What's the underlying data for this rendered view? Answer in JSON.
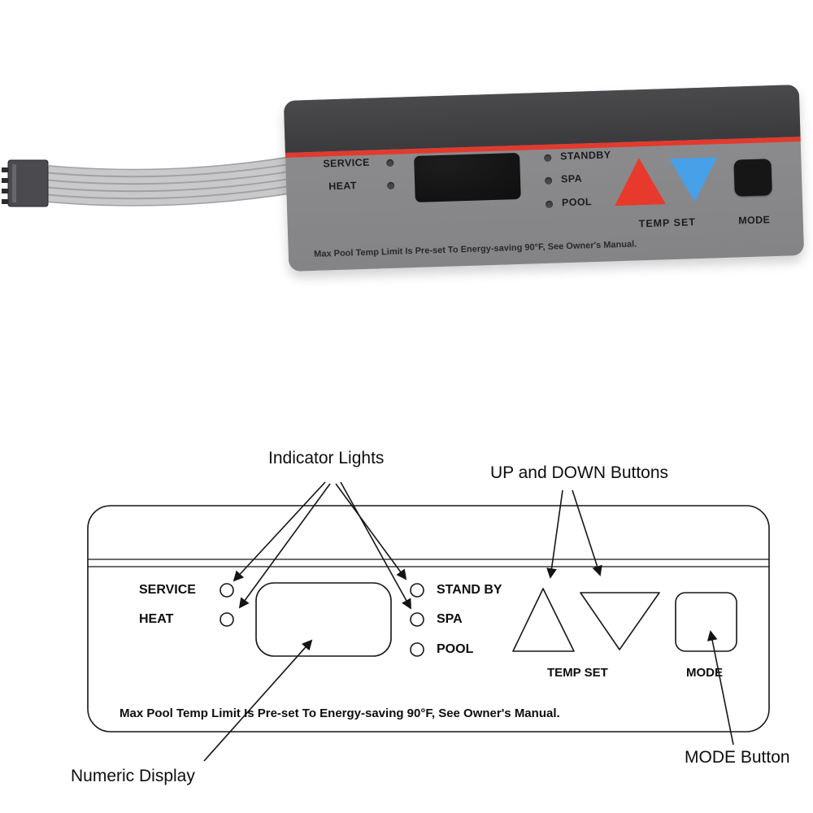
{
  "photo": {
    "labels": {
      "service": "SERVICE",
      "heat": "HEAT",
      "standby": "STANDBY",
      "spa": "SPA",
      "pool": "POOL",
      "temp_set": "TEMP SET",
      "mode": "MODE",
      "notice": "Max Pool Temp Limit Is Pre-set To Energy-saving 90°F, See Owner's Manual."
    },
    "colors": {
      "panel_gray": "#8e8e90",
      "panel_gray_dark": "#848486",
      "band_dark": "#3b3b3e",
      "stripe_red": "#e23a2e",
      "up_red": "#e83a2c",
      "down_blue": "#47a0e8",
      "display_black": "#0b0b0b",
      "mode_black": "#161616",
      "cable_gray": "#c9c9cb",
      "connector_gray": "#4b4b4f"
    }
  },
  "diagram": {
    "callouts": {
      "indicator_lights": "Indicator Lights",
      "up_down": "UP and DOWN Buttons",
      "numeric_display": "Numeric Display",
      "mode_button": "MODE Button"
    },
    "labels": {
      "service": "SERVICE",
      "heat": "HEAT",
      "standby": "STAND BY",
      "spa": "SPA",
      "pool": "POOL",
      "temp_set": "TEMP SET",
      "mode": "MODE",
      "notice": "Max Pool Temp Limit Is Pre-set To Energy-saving 90°F, See Owner's Manual."
    }
  }
}
